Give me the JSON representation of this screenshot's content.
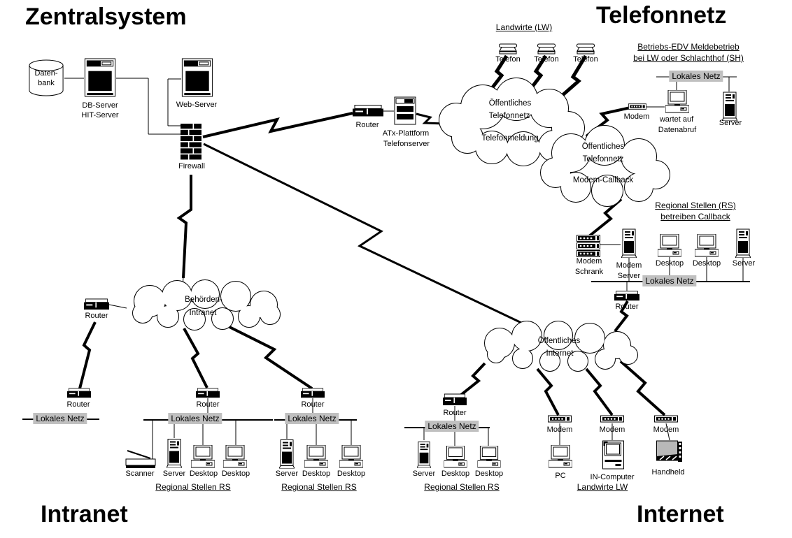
{
  "colors": {
    "ink": "#000000",
    "paper": "#ffffff",
    "net_label_bg": "#c0c0c0",
    "handheld_gray": "#b8b8b8"
  },
  "zentral": {
    "title": "Zentralsystem",
    "datenbank_l1": "Daten-",
    "datenbank_l2": "bank",
    "db_server_l1": "DB-Server",
    "db_server_l2": "HIT-Server",
    "web_server": "Web-Server",
    "firewall": "Firewall"
  },
  "telefonnetz": {
    "title": "Telefonnetz",
    "landwirte_header": "Landwirte (LW)",
    "telefon_1": "Telefon",
    "telefon_2": "Telefon",
    "telefon_3": "Telefon",
    "router": "Router",
    "atx_l1": "ATx-Plattform",
    "atx_l2": "Telefonserver",
    "cloud_meldung_l1": "Öffentliches",
    "cloud_meldung_l2": "Telefonnetz",
    "cloud_meldung_l3": "Telefonmeldung",
    "cloud_callback_l1": "Öffentliches",
    "cloud_callback_l2": "Telefonnetz",
    "cloud_callback_l3": "Modem-Callback",
    "betrieb_header_l1": "Betriebs-EDV Meldebetrieb",
    "betrieb_header_l2": "bei LW oder Schlachthof (SH)",
    "lokales_netz": "Lokales Netz",
    "modem": "Modem",
    "wartet_l1": "wartet auf",
    "wartet_l2": "Datenabruf",
    "server": "Server"
  },
  "callback": {
    "header_l1": "Regional Stellen (RS)",
    "header_l2": "betreiben Callback",
    "modem_schrank_l1": "Modem",
    "modem_schrank_l2": "Schrank",
    "modem_server_l1": "Modem",
    "modem_server_l2": "Server",
    "desktop_1": "Desktop",
    "desktop_2": "Desktop",
    "server": "Server",
    "lokales_netz": "Lokales Netz",
    "router": "Router"
  },
  "intranet": {
    "title": "Intranet",
    "cloud_l1": "Behörden-",
    "cloud_l2": "Intranet",
    "router_top": "Router",
    "lan1_router": "Router",
    "lan1_lokales_netz": "Lokales Netz",
    "lan2_router": "Router",
    "lan2_lokales_netz": "Lokales Netz",
    "lan2_scanner": "Scanner",
    "lan2_server": "Server",
    "lan2_desktop_1": "Desktop",
    "lan2_desktop_2": "Desktop",
    "lan2_footer": "Regional Stellen RS",
    "lan3_router": "Router",
    "lan3_lokales_netz": "Lokales Netz",
    "lan3_server": "Server",
    "lan3_desktop_1": "Desktop",
    "lan3_desktop_2": "Desktop",
    "lan3_footer": "Regional Stellen RS"
  },
  "internet": {
    "title": "Internet",
    "cloud_l1": "Öffentliches",
    "cloud_l2": "Internet",
    "lan4_router": "Router",
    "lan4_lokales_netz": "Lokales Netz",
    "lan4_server": "Server",
    "lan4_desktop_1": "Desktop",
    "lan4_desktop_2": "Desktop",
    "lan4_footer": "Regional Stellen RS",
    "modem_1": "Modem",
    "modem_2": "Modem",
    "modem_3": "Modem",
    "pc": "PC",
    "in_computer": "IN-Computer",
    "handheld": "Handheld",
    "landwirte_footer": "Landwirte LW"
  }
}
